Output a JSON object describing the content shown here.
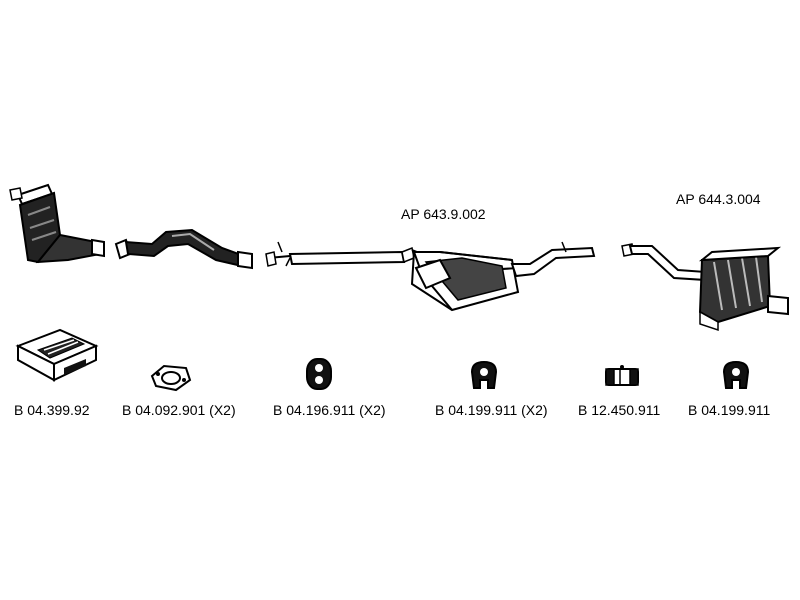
{
  "parts": {
    "main_silencer": {
      "code": "AP 643.9.002"
    },
    "rear_silencer": {
      "code": "AP 644.3.004"
    }
  },
  "accessories": [
    {
      "code": "B 04.399.92"
    },
    {
      "code": "B 04.092.901 (X2)"
    },
    {
      "code": "B 04.196.911 (X2)"
    },
    {
      "code": "B 04.199.911 (X2)"
    },
    {
      "code": "B 12.450.911"
    },
    {
      "code": "B 04.199.911"
    }
  ],
  "colors": {
    "ink": "#000000",
    "paper": "#ffffff",
    "shade": "#555555"
  }
}
